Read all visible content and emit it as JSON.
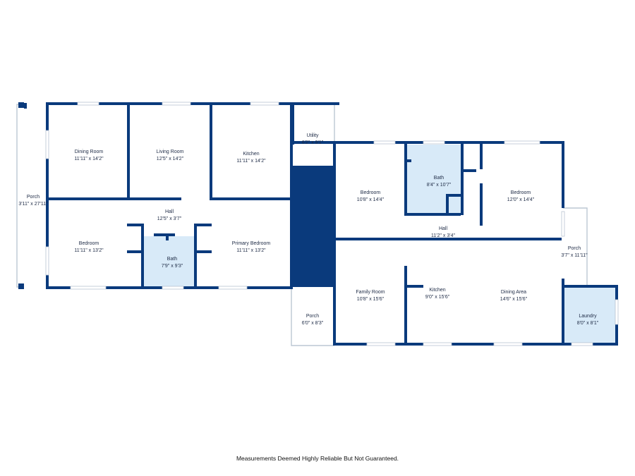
{
  "rooms": [
    {
      "id": "dining-room",
      "name": "Dining Room",
      "dims": "11'11\" x 14'2\""
    },
    {
      "id": "living-room",
      "name": "Living Room",
      "dims": "12'5\" x 14'2\""
    },
    {
      "id": "kitchen-west",
      "name": "Kitchen",
      "dims": "11'11\" x 14'2\""
    },
    {
      "id": "utility",
      "name": "Utility",
      "dims": "6'2\" x 9'1\""
    },
    {
      "id": "porch-west",
      "name": "Porch",
      "dims": "3'11\" x 27'11\""
    },
    {
      "id": "bedroom-west",
      "name": "Bedroom",
      "dims": "11'11\" x 13'2\""
    },
    {
      "id": "hall-west",
      "name": "Hall",
      "dims": "12'5\" x 3'7\""
    },
    {
      "id": "bath-west",
      "name": "Bath",
      "dims": "7'9\" x 9'3\""
    },
    {
      "id": "primary-bedroom",
      "name": "Primary Bedroom",
      "dims": "11'11\" x 13'2\""
    },
    {
      "id": "bedroom-east-1",
      "name": "Bedroom",
      "dims": "10'8\" x 14'4\""
    },
    {
      "id": "bath-east",
      "name": "Bath",
      "dims": "8'4\" x 10'7\""
    },
    {
      "id": "bedroom-east-2",
      "name": "Bedroom",
      "dims": "12'0\" x 14'4\""
    },
    {
      "id": "hall-east",
      "name": "Hall",
      "dims": "11'2\" x 3'4\""
    },
    {
      "id": "porch-east",
      "name": "Porch",
      "dims": "3'7\" x 11'11\""
    },
    {
      "id": "family-room",
      "name": "Family Room",
      "dims": "10'8\" x 15'6\""
    },
    {
      "id": "kitchen-east",
      "name": "Kitchen",
      "dims": "9'0\" x 15'6\""
    },
    {
      "id": "dining-area",
      "name": "Dining Area",
      "dims": "14'6\" x 15'6\""
    },
    {
      "id": "laundry",
      "name": "Laundry",
      "dims": "8'0\" x 8'1\""
    },
    {
      "id": "porch-south",
      "name": "Porch",
      "dims": "6'0\" x 8'3\""
    }
  ],
  "disclaimer": "Measurements Deemed Highly Reliable But Not Guaranteed.",
  "colors": {
    "wall": "#0a3a7c",
    "bath_fill": "#d8eaf8",
    "stair_fill": "#0a3a7c"
  }
}
